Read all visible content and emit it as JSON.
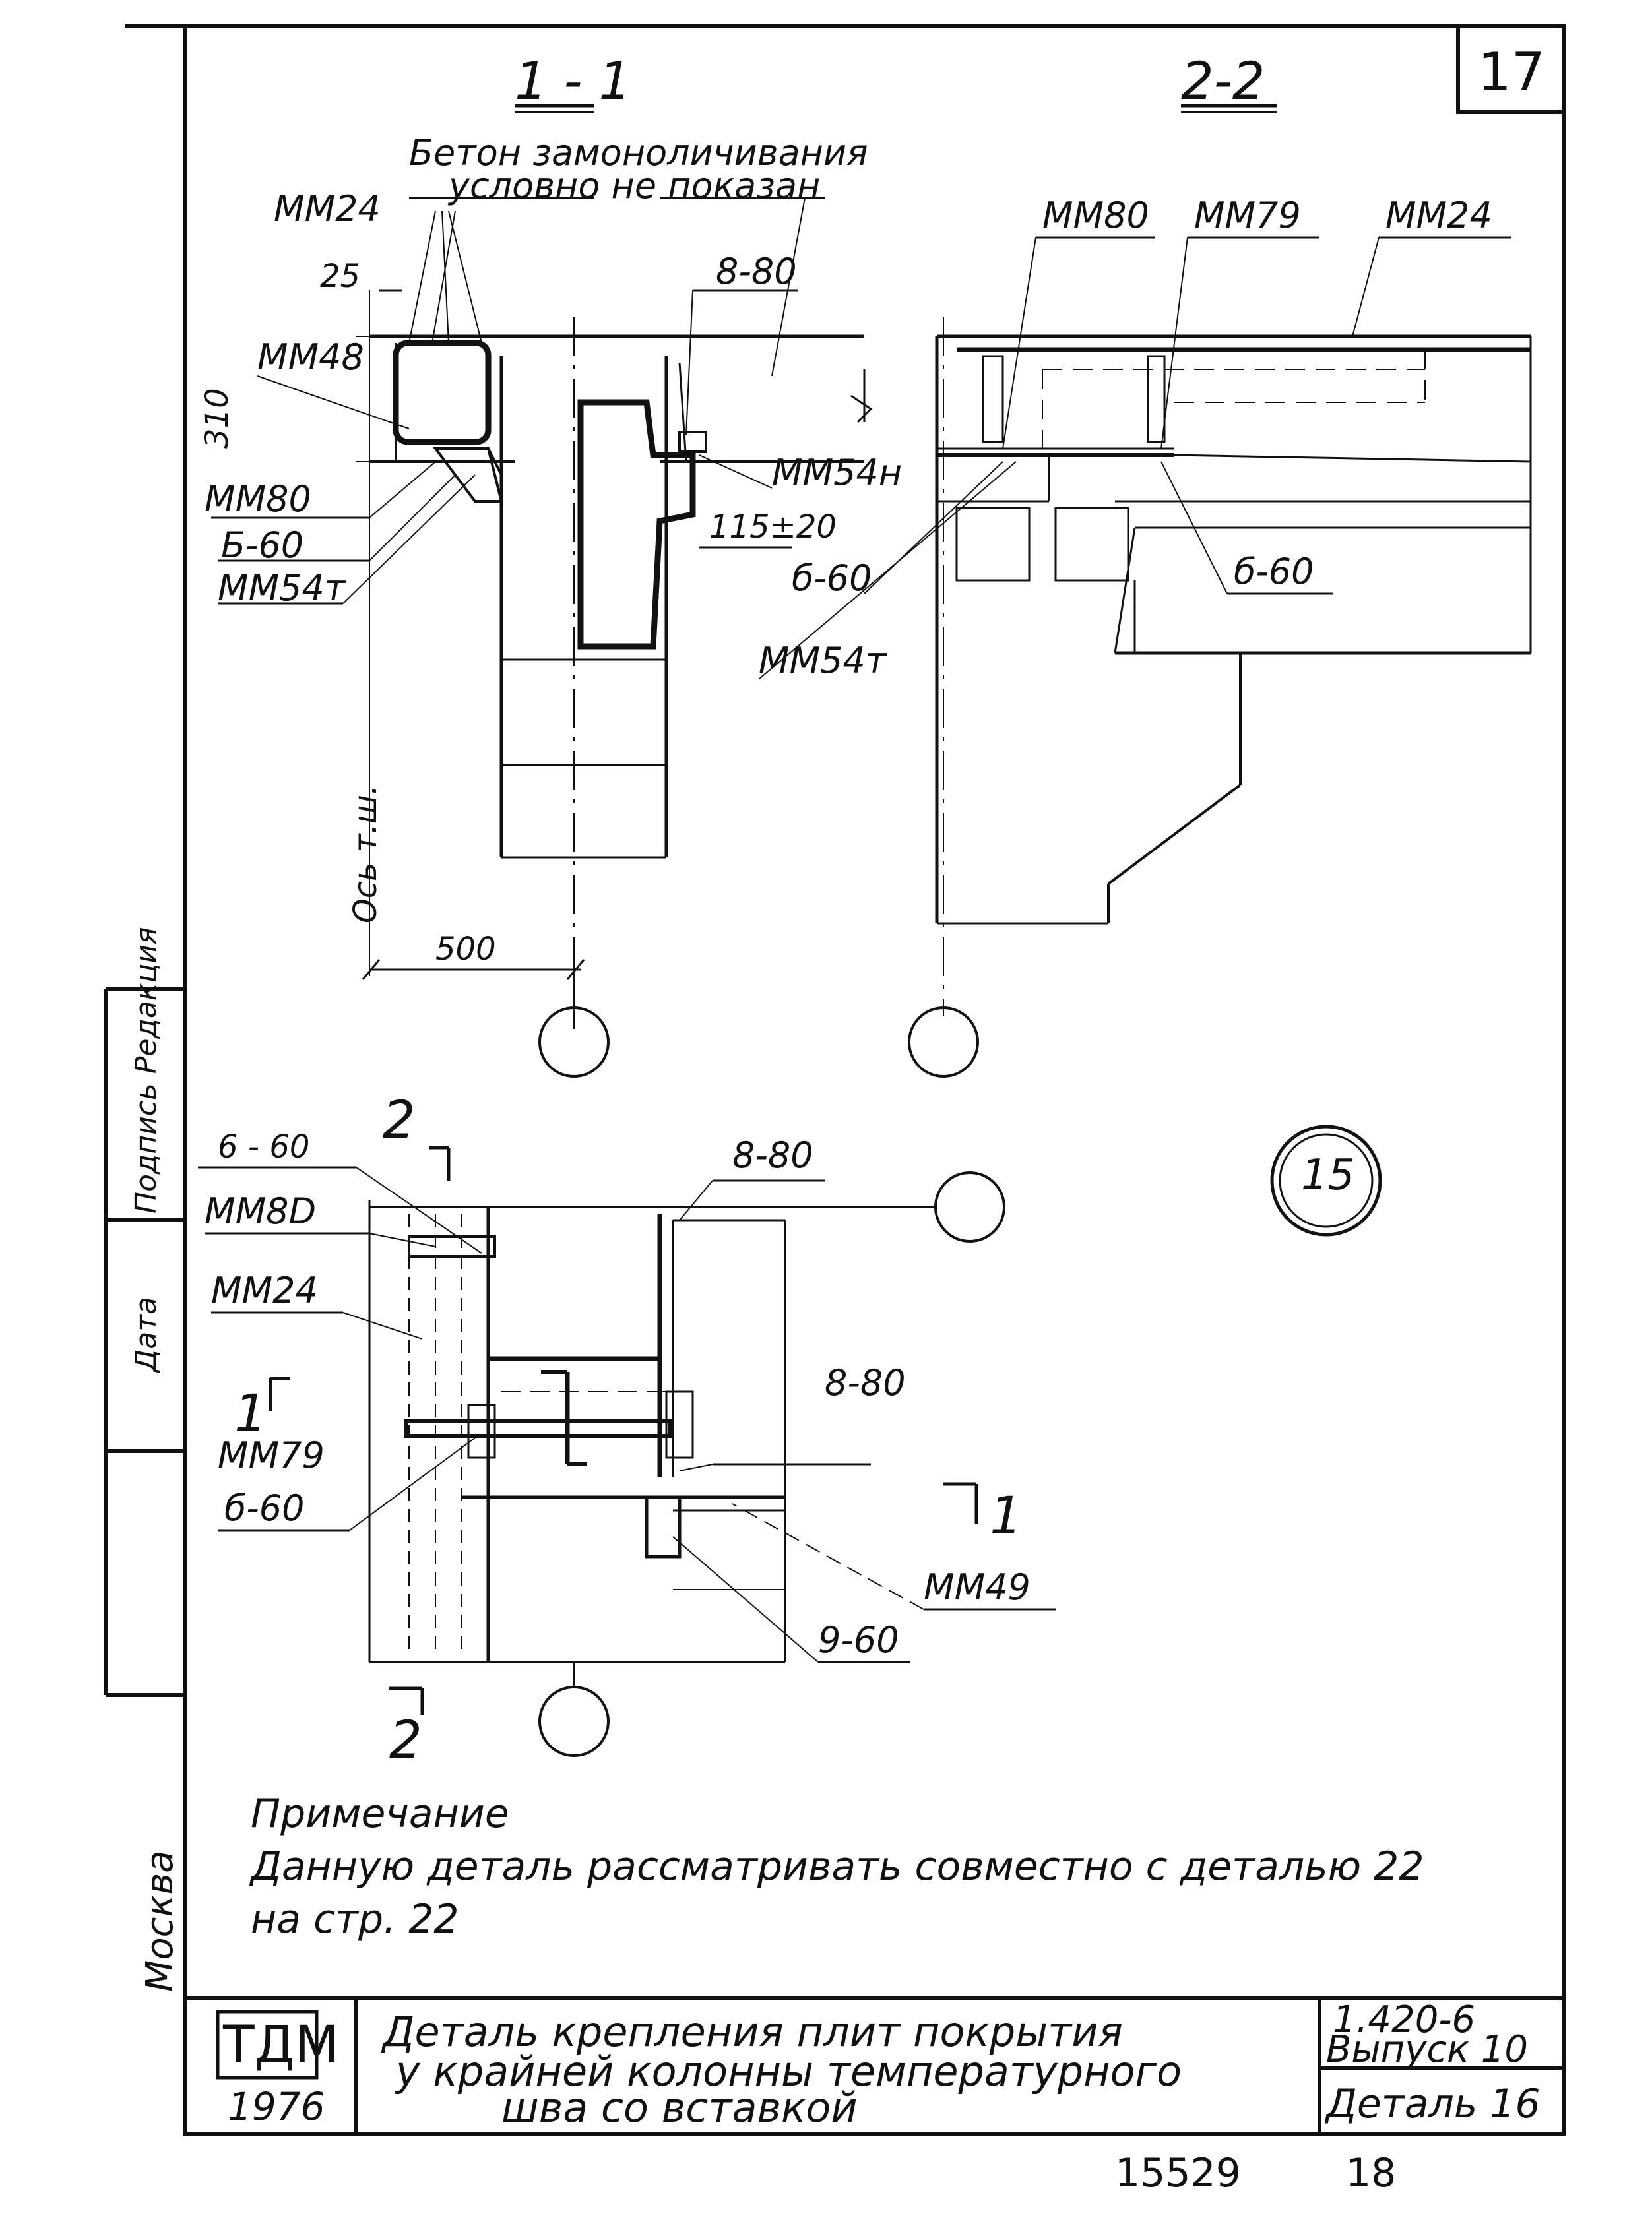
{
  "sheet": {
    "page_number": "17",
    "footer_left": "15529",
    "footer_right": "18"
  },
  "section_1_1": {
    "title": "1 - 1",
    "concrete_note_line1": "Бетон замоноличивания",
    "concrete_note_line2": "условно не показан",
    "labels": {
      "mm24": "ММ24",
      "dim25": "25",
      "mm48": "ММ48",
      "dim310": "310",
      "mm80": "ММ80",
      "b60": "Б-60",
      "mm54t": "ММ54т",
      "w880": "8-80",
      "mm54n": "ММ54н",
      "dim115": "115±20",
      "w660": "б-60",
      "mm54t_b": "ММ54т",
      "axis": "Ось т.ш.",
      "dim500": "500"
    }
  },
  "section_2_2": {
    "title": "2-2",
    "labels": {
      "mm80": "ММ80",
      "mm79": "ММ79",
      "mm24": "ММ24",
      "w660": "б-60"
    }
  },
  "plan": {
    "labels": {
      "w660_top": "6 - 60",
      "cut2_top": "2",
      "mm80": "ММ8D",
      "mm24": "ММ24",
      "w880_top": "8-80",
      "cut1_left": "1",
      "mm79": "ММ79",
      "w660_mid": "б-60",
      "w880_mid": "8-80",
      "mm49": "ММ49",
      "cut1_right": "1",
      "w960": "9-60",
      "cut2_bottom": "2"
    },
    "detail_mark": "15"
  },
  "note": {
    "heading": "Примечание",
    "line1": "Данную деталь рассматривать совместно с деталью 22",
    "line2": "на стр. 22"
  },
  "side_stamp": {
    "city": "Москва",
    "col1": "Подпись Редакция",
    "col2": "Дата"
  },
  "title_block": {
    "org": "ТДМ",
    "year": "1976",
    "title_line1": "Деталь крепления плит покрытия",
    "title_line2": "у крайней колонны температурного",
    "title_line3": "шва со вставкой",
    "series": "1.420-6",
    "issue": "Выпуск 10",
    "detail": "Деталь 16"
  },
  "colors": {
    "ink": "#111111",
    "paper": "#ffffff"
  }
}
